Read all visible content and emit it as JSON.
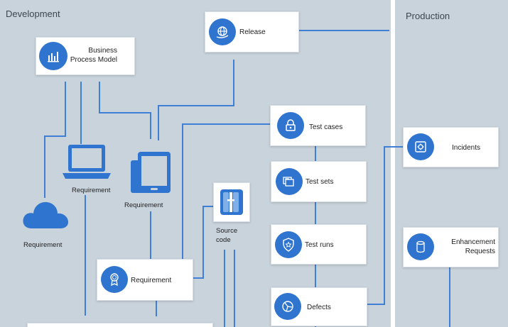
{
  "zones": {
    "development": "Development",
    "production": "Production"
  },
  "nodes": {
    "business_process_model": "Business\nProcess Model",
    "release": "Release",
    "test_cases": "Test cases",
    "test_sets": "Test sets",
    "test_runs": "Test runs",
    "defects": "Defects",
    "incidents": "Incidents",
    "enhancement_requests": "Enhancement\nRequests",
    "requirement_laptop": "Requirement",
    "requirement_tablet": "Requirement",
    "requirement_cloud": "Requirement",
    "requirement_card": "Requirement",
    "source_code": "Source\ncode"
  },
  "icons": {
    "business_process_model": "bar-chart-icon",
    "release": "globe-hand-icon",
    "test_cases": "lock-icon",
    "test_sets": "folders-icon",
    "test_runs": "shield-star-icon",
    "defects": "broken-circle-icon",
    "incidents": "safe-icon",
    "enhancement_requests": "cylinder-icon",
    "requirement_card": "award-ribbon-icon",
    "requirement_laptop": "laptop-icon",
    "requirement_tablet": "tablet-icon",
    "requirement_cloud": "cloud-icon",
    "source_code": "code-file-icon"
  },
  "colors": {
    "background": "#c9d3dc",
    "accent": "#2f74cf",
    "line": "#3f7fd6",
    "card": "#ffffff"
  }
}
